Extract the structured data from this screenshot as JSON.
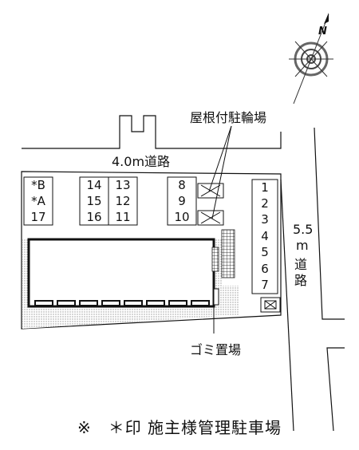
{
  "labels": {
    "bicycle_parking": "屋根付駐輪場",
    "north_road": "4.0m道路",
    "east_road_width": "5.5",
    "east_road_unit": "m",
    "east_road_kanji_1": "道",
    "east_road_kanji_2": "路",
    "garbage": "ゴミ置場",
    "compass_letter": "N"
  },
  "spaces": {
    "group_a": [
      "*B",
      "*A",
      "17"
    ],
    "group_b_left": [
      "14",
      "15",
      "16"
    ],
    "group_b_right": [
      "13",
      "12",
      "11"
    ],
    "group_c": [
      "8",
      "9",
      "10"
    ],
    "group_d": [
      "1",
      "2",
      "3",
      "4",
      "5",
      "6",
      "7"
    ]
  },
  "footnote": "※　＊印 施主様管理駐車場",
  "colors": {
    "stroke": "#111111",
    "stipple": "#bdbdbd"
  }
}
